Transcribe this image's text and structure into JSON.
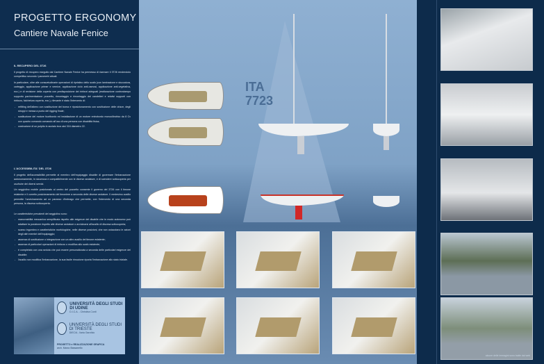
{
  "header": {
    "title": "PROGETTO ERGONOMY",
    "subtitle": "Cantiere Navale Fenice"
  },
  "recupero": {
    "heading": "IL RECUPERO DEL 3T26",
    "p1": "Il progetto di recupero eseguito dal Cantiere Navale Fenice ha permesso di riarmare il 3T26 rendendolo competitivo secondo i parametri attuali.",
    "p2": "In particolare, oltre alle consuetudinarie operazioni di ripristino dello scafo (con laminazione e stuccatura, carteggio, applicazione primer e vernice, applicazione ciclo anti-osmosi, applicazione anti-vegetativa, ecc.) e di revisione della coperta con predisposizione dei rinforzi adeguati (realizzazione controstampo supporto pavimentazione pozzetto, rimontaggio e rimontaggio dei candelieri e relativi supporti con rinforzo, falchetura coperta, ecc.), rilevante è stato l'intervento di:",
    "items": [
      "refitting dell'albero con sostituzione del boma e riposizionamento con sostituzione delle drizze, degli stroppi e messa a punto del rigging finale;",
      "sostituzione del motore fuoribordo ed installazione di un motore entrobordo monocilindrico da 8 Cv con quadro comando comando all'uso di una persona con disabilità fisica;",
      "costruzione di un pulpito in acciaio inox aisi 316 diametro 22."
    ]
  },
  "accessibilita": {
    "heading": "L'ACCESSIBILITA' DEL 3T26",
    "p1": "Il progetto dell'accessibilità permette al membro dell'equipaggio disabile di governare l'imbarcazione autonomamente, in sicurezza e compatibilmente con le diverse andature, e di scendere sottocoperta per usufruire dei diversi servizi.",
    "p2": "Un seggiolino mobile posizionato al centro del pozzetto consente il governo del 3T26 con il timone esistente e il corretto posizionamento del timoniere a seconda delle diverse andature. Il medesimo ausilio permette l'avvicinamento ad un paranco d'imbrago che permette, con l'intervento di una seconda persona, la discesa sottocoperta.",
    "p3": "Le caratteristiche prevalenti del seggiolino sono:",
    "items": [
      "manovrabilità meccanica semplificata rispetto alle esigenze del disabile che in modo autonomo può adattare la posizione rispetto alle diverse andature o avvicinarsi all'ausilio di discesa sottocoperta;",
      "scarso ingombro e caratteristiche morfologiche, nelle diverse posizioni, che non ostacolano le azioni degli altri membri dell'equipaggio;",
      "assenza di sostituzione o integrazione con un altro ausilio del timone esistente;",
      "assenza di particolari operazioni di rinforzo o modifica allo scafo esistente;",
      "è completato con una seduta che può essere personalizzata a seconda delle particolari esigenze del disabile;",
      "l'ausilio non modifica l'imbarcazione, la sua facile rimozione riporta l'imbarcazione allo stato iniziale."
    ]
  },
  "logos": {
    "udine": "UNIVERSITÀ DEGLI STUDI DI UDINE",
    "udine_dept": "D.I.C.A. - Christina Conti",
    "trieste": "UNIVERSITÀ DEGLI STUDI DI TRIESTE",
    "trieste_dept": "DIEC/A - Ilaria Garofolo",
    "credit_title": "PROGETTO e REALIZZAZIONE GRAFICA",
    "credit_name": "arch. Marco Bassanello"
  },
  "boat": {
    "sail_number": "ITA 7723"
  },
  "caption": "alcune delle immagini sono tratte dal web"
}
